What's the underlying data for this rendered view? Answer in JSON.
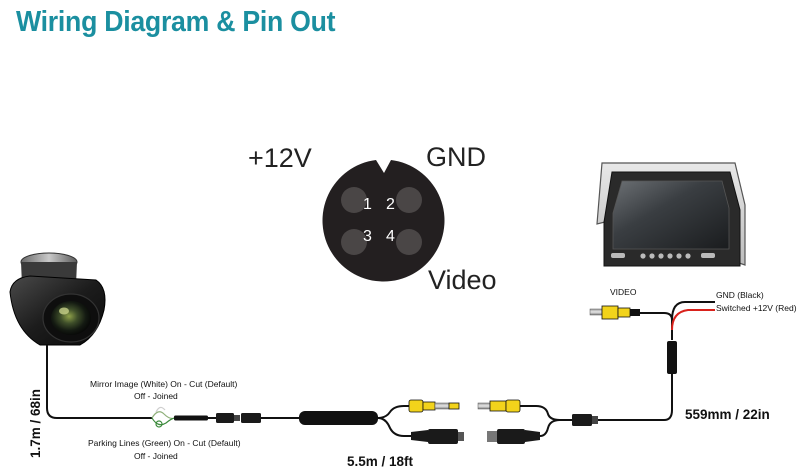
{
  "title": "Wiring Diagram & Pin Out",
  "connector": {
    "pins": [
      "1",
      "2",
      "3",
      "4"
    ],
    "labels": {
      "plus12v": "+12V",
      "gnd": "GND",
      "video": "Video"
    }
  },
  "harness": {
    "mirror_line1": "Mirror Image (White) On - Cut (Default)",
    "mirror_line2": "Off - Joined",
    "parking_line1": "Parking Lines (Green) On - Cut (Default)",
    "parking_line2": "Off - Joined",
    "video_label": "VIDEO",
    "gnd_label": "GND (Black)",
    "power_label": "Switched +12V (Red)"
  },
  "lengths": {
    "camera_cable": "1.7m / 68in",
    "extension": "5.5m / 18ft",
    "monitor_lead": "559mm / 22in"
  },
  "colors": {
    "title": "#1b8fa0",
    "rca_yellow": "#f2d31b",
    "power_red": "#d9221c",
    "cable": "#111111"
  }
}
